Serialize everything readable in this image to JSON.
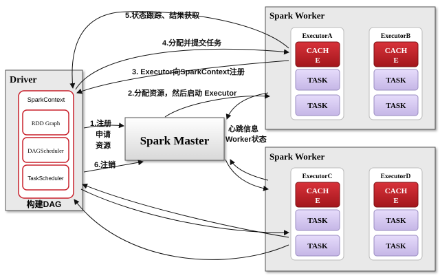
{
  "driver": {
    "title": "Driver",
    "context": "SparkContext",
    "components": [
      "RDD Graph",
      "DAGScheduler",
      "TaskScheduler"
    ],
    "caption": "构建DAG"
  },
  "master": {
    "title": "Spark Master"
  },
  "workers": [
    {
      "title": "Spark Worker",
      "executors": [
        {
          "name": "ExecutorA",
          "cache": [
            "CACH",
            "E"
          ],
          "tasks": [
            "TASK",
            "TASK"
          ]
        },
        {
          "name": "ExecutorB",
          "cache": [
            "CACH",
            "E"
          ],
          "tasks": [
            "TASK",
            "TASK"
          ]
        }
      ]
    },
    {
      "title": "Spark Worker",
      "executors": [
        {
          "name": "ExecutorC",
          "cache": [
            "CACH",
            "E"
          ],
          "tasks": [
            "TASK",
            "TASK"
          ]
        },
        {
          "name": "ExecutorD",
          "cache": [
            "CACH",
            "E"
          ],
          "tasks": [
            "TASK",
            "TASK"
          ]
        }
      ]
    }
  ],
  "steps": {
    "status": "5.状态跟踪、结果获取",
    "assign": "4.分配并提交任务",
    "register_ctx": "3. Executor向SparkContext注册",
    "allocate": "2.分配资源，然后启动 Executor",
    "register": [
      "1.注册",
      "申请",
      "资源"
    ],
    "logout": "6.注销",
    "heartbeat": [
      "心跳信息",
      "Worker状态"
    ]
  },
  "colors": {
    "cache": "#b41f25",
    "task": "#d5c9ef",
    "driver_border": "#c8202b",
    "panel": "#e9e9e9"
  }
}
